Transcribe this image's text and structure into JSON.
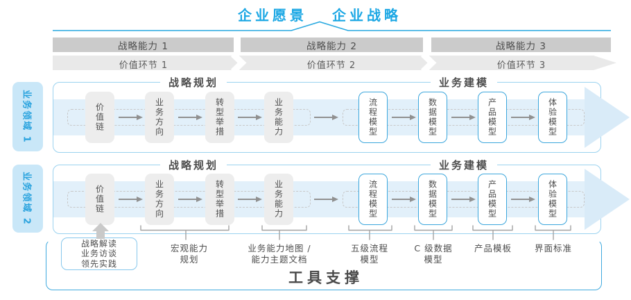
{
  "header": {
    "vision": "企业愿景",
    "strategy": "企业战略"
  },
  "strategic_capabilities": [
    {
      "label": "战略能力 1"
    },
    {
      "label": "战略能力 2"
    },
    {
      "label": "战略能力 3"
    }
  ],
  "value_links": [
    {
      "label": "价值环节 1"
    },
    {
      "label": "价值环节 2"
    },
    {
      "label": "价值环节 3"
    }
  ],
  "business_domains": [
    {
      "label": "业务领域 1"
    },
    {
      "label": "业务领域 2"
    }
  ],
  "rows": [
    {
      "planning_title": "战略规划",
      "modeling_title": "业务建模",
      "boxes": [
        {
          "label": "价值链"
        },
        {
          "label": "业务方向"
        },
        {
          "label": "转型举措"
        },
        {
          "label": "业务能力"
        },
        {
          "label": "流程模型"
        },
        {
          "label": "数据模型"
        },
        {
          "label": "产品模型"
        },
        {
          "label": "体验模型"
        }
      ]
    },
    {
      "planning_title": "战略规划",
      "modeling_title": "业务建模",
      "boxes": [
        {
          "label": "价值链"
        },
        {
          "label": "业务方向"
        },
        {
          "label": "转型举措"
        },
        {
          "label": "业务能力"
        },
        {
          "label": "流程模型"
        },
        {
          "label": "数据模型"
        },
        {
          "label": "产品模型"
        },
        {
          "label": "体验模型"
        }
      ]
    }
  ],
  "footer": {
    "practice_box": {
      "lines": [
        "战略解读",
        "业务访谈",
        "领先实践"
      ]
    },
    "tool_labels": [
      {
        "lines": [
          "宏观能力",
          "规划"
        ]
      },
      {
        "lines": [
          "业务能力地图 /",
          "能力主题文档"
        ]
      },
      {
        "lines": [
          "五级流程",
          "模型"
        ]
      },
      {
        "lines": [
          "C 级数据",
          "模型"
        ]
      },
      {
        "lines": [
          "产品模板"
        ]
      },
      {
        "lines": [
          "界面标准"
        ]
      }
    ],
    "tool_support": "工具支撑"
  },
  "colors": {
    "accent_blue": "#29a9e0",
    "panel_border_blue": "#9ad2ef",
    "bar_gray": "#cbcbcb",
    "band_gray": "#e9e9e9",
    "box_gray": "#ededed",
    "arrow_band_blue": "#d9ebf8",
    "domain_fill_blue": "#c9e7f8",
    "text_dark": "#4d4d4d"
  }
}
